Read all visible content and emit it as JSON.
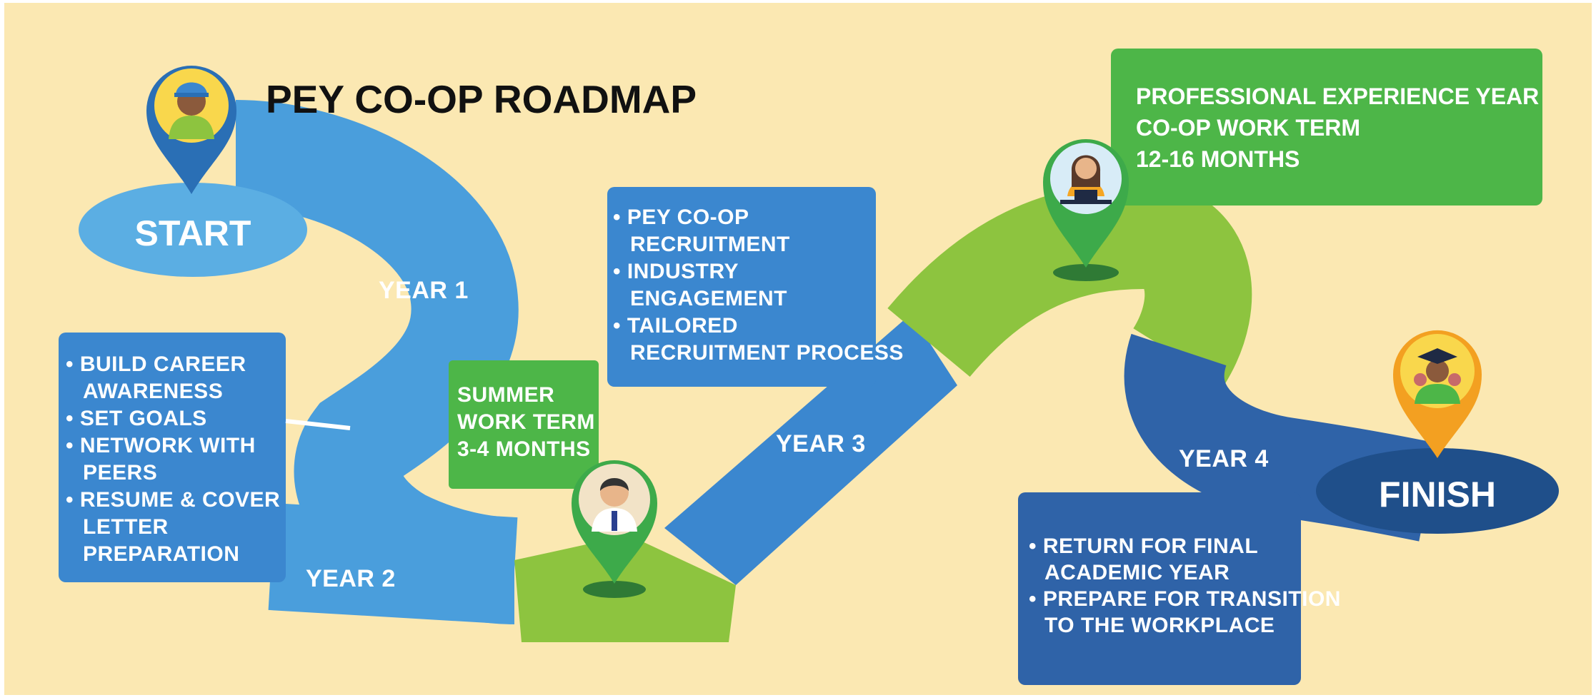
{
  "title": "PEY CO-OP ROADMAP",
  "markers": {
    "start": "START",
    "finish": "FINISH"
  },
  "years": {
    "year1": "YEAR 1",
    "year2": "YEAR 2",
    "year3": "YEAR 3",
    "year4": "YEAR 4"
  },
  "boxes": {
    "year12": {
      "lines": [
        "• BUILD CAREER",
        "AWARENESS",
        "• SET GOALS",
        "• NETWORK WITH",
        "PEERS",
        "• RESUME & COVER",
        "LETTER",
        "PREPARATION"
      ]
    },
    "summer": {
      "lines": [
        "SUMMER",
        "WORK TERM",
        "3-4 MONTHS"
      ]
    },
    "year3": {
      "lines": [
        "• PEY CO-OP",
        "RECRUITMENT",
        "• INDUSTRY",
        "ENGAGEMENT",
        "• TAILORED",
        "RECRUITMENT PROCESS"
      ]
    },
    "pey": {
      "lines": [
        "PROFESSIONAL EXPERIENCE YEAR",
        "CO-OP WORK TERM",
        "12-16 MONTHS"
      ]
    },
    "year4": {
      "lines": [
        "• RETURN FOR FINAL",
        "ACADEMIC YEAR",
        "• PREPARE FOR TRANSITION",
        "TO THE WORKPLACE"
      ]
    }
  },
  "icons": {
    "start_pin": "student-with-backpack-icon",
    "summer_pin": "student-in-shirt-and-tie-icon",
    "pey_pin": "professional-at-laptop-icon",
    "finish_pin": "graduate-with-cap-icon"
  },
  "colors": {
    "background": "#FBE8B2",
    "road_blue": "#4A9EDC",
    "road_blue_dark": "#2F63A8",
    "road_green": "#8DC43F",
    "box_blue": "#3B87CF",
    "box_green": "#4DB648",
    "finish_navy": "#1F4F8A",
    "pin_green": "#3DAA4A",
    "pin_orange": "#F3A021",
    "pin_blue": "#2A6FB5"
  }
}
